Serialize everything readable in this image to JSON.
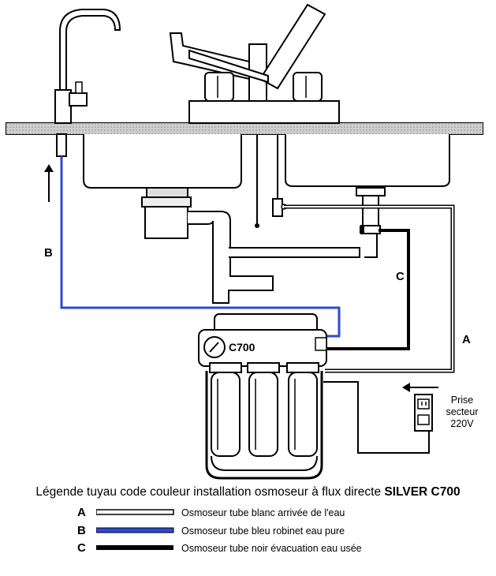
{
  "diagram": {
    "labels": {
      "a": "A",
      "b": "B",
      "c": "C",
      "filter_brand": "C700",
      "prise_line1": "Prise",
      "prise_line2": "secteur",
      "prise_line3": "220V"
    },
    "colors": {
      "tube_white": "#ffffff",
      "tube_blue": "#2d4bd1",
      "tube_black": "#000000",
      "outline": "#000000"
    }
  },
  "legend": {
    "title_prefix": "Légende tuyau code couleur installation osmoseur à flux directe ",
    "title_model": "SILVER C700",
    "items": [
      {
        "letter": "A",
        "color": "white",
        "text": "Osmoseur tube blanc arrivée de l'eau"
      },
      {
        "letter": "B",
        "color": "blue",
        "text": "Osmoseur tube bleu robinet eau pure"
      },
      {
        "letter": "C",
        "color": "black",
        "text": "Osmoseur tube noir évacuation eau usée"
      }
    ]
  }
}
